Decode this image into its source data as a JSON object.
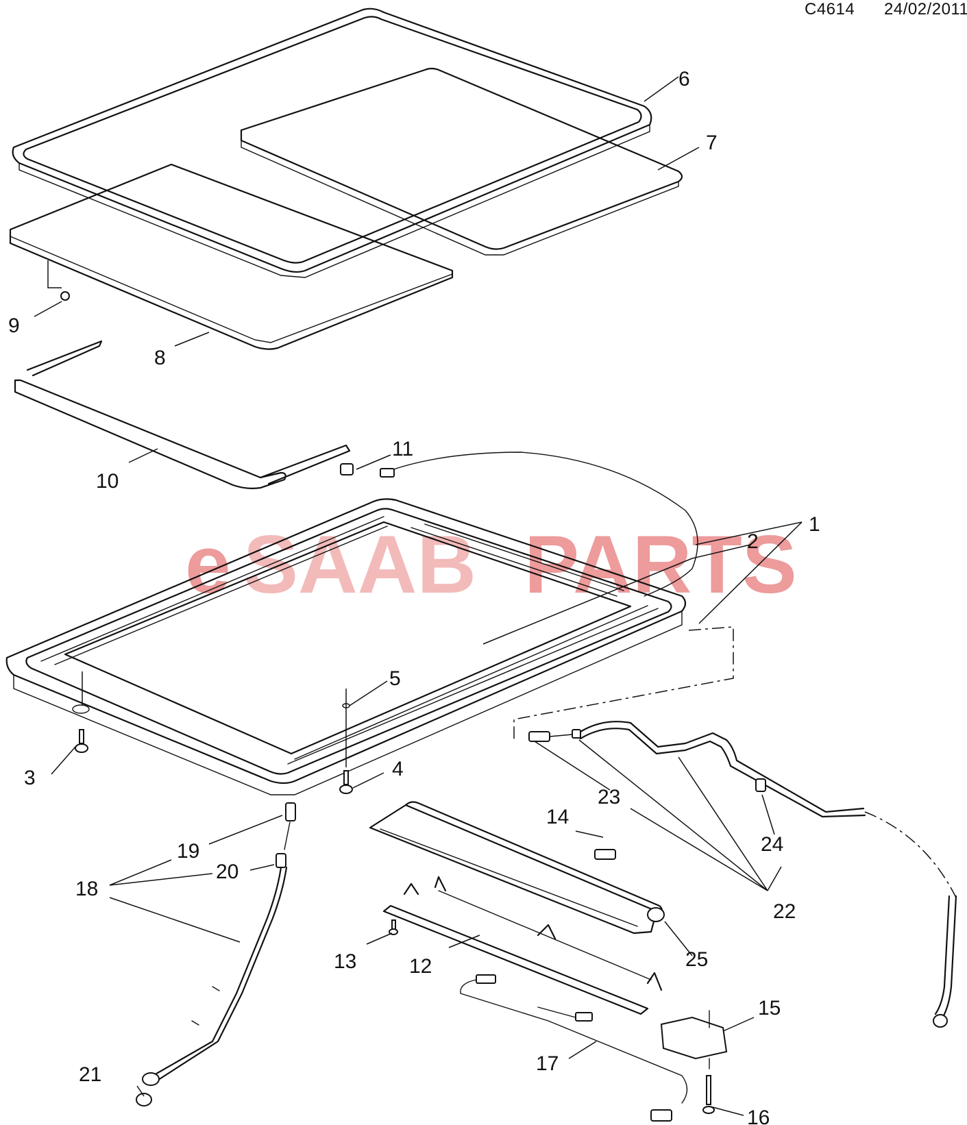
{
  "header": {
    "code": "C4614",
    "date": "24/02/2011"
  },
  "watermark": {
    "part1": "e",
    "part2": "SAAB",
    "part3": "PARTS",
    "color": "#e04a4a"
  },
  "callouts": {
    "n1": "1",
    "n2": "2",
    "n3": "3",
    "n4": "4",
    "n5": "5",
    "n6": "6",
    "n7": "7",
    "n8": "8",
    "n9": "9",
    "n10": "10",
    "n11": "11",
    "n12": "12",
    "n13": "13",
    "n14": "14",
    "n15": "15",
    "n16": "16",
    "n17": "17",
    "n18": "18",
    "n19": "19",
    "n20": "20",
    "n21": "21",
    "n22": "22",
    "n23": "23",
    "n24": "24",
    "n25": "25"
  }
}
